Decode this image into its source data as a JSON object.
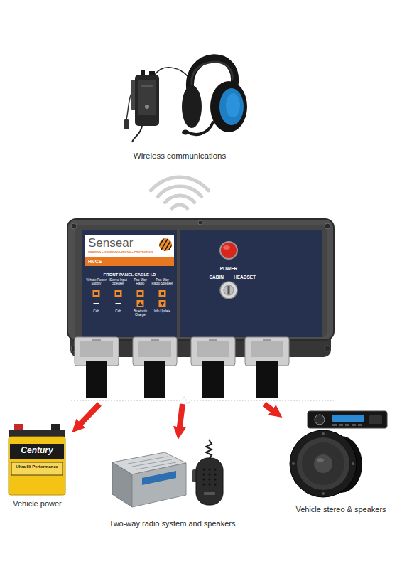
{
  "diagram": {
    "nodes": [
      {
        "text": [
          "Wireless communications"
        ]
      },
      {
        "text": [
          "HVCS"
        ]
      },
      {
        "text": [
          "Sensear",
          "HEARING + COMMUNICATIONS + PROTECTION"
        ],
        "in": 1
      },
      {
        "text": [
          "FRONT PANEL CABLE I.D"
        ],
        "in": 1
      },
      {
        "text": [
          "POWER",
          "CABIN",
          "HEADSET"
        ],
        "in": 1
      },
      {
        "text": [
          "Vehicle power"
        ]
      },
      {
        "text": [
          "Two-way radio system and speakers"
        ]
      },
      {
        "text": [
          "Vehicle stereo & speakers"
        ]
      }
    ],
    "edges": [
      {
        "from": 1,
        "to": 5,
        "arrow": "to"
      },
      {
        "from": 1,
        "to": 6,
        "arrow": "to"
      },
      {
        "from": 1,
        "to": 7,
        "arrow": "to"
      }
    ],
    "labels": [
      "Vehicle Power Supply",
      "Stereo Input Speaker",
      "Two-Way Radio",
      "Two-Way Radio Speaker",
      "Cab",
      "Cab",
      "Bluetooth Charge",
      "Info Update",
      "Century",
      "Ultra Hi Performance"
    ]
  }
}
